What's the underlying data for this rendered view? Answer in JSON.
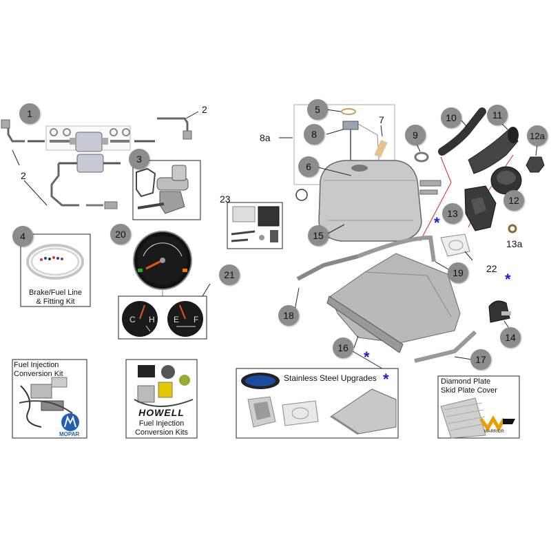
{
  "callouts": [
    "1",
    "2",
    "2",
    "3",
    "4",
    "20",
    "21",
    "5",
    "8",
    "8a",
    "6",
    "7",
    "9",
    "10",
    "11",
    "12a",
    "12",
    "13",
    "13a",
    "15",
    "23",
    "22",
    "19",
    "18",
    "16",
    "17",
    "14"
  ],
  "captions": {
    "fuel_line_kit": "Brake/Fuel Line",
    "fuel_line_kit_2": "& Fitting Kit",
    "fi_kit_title": "Fuel Injection",
    "fi_kit_title_2": "Conversion Kit",
    "mopar_logo": "MOPAR",
    "howell_logo": "HOWELL",
    "howell_caption": "Fuel Injection",
    "howell_caption_2": "Conversion Kits",
    "stainless_title": "Stainless Steel Upgrades",
    "diamond_title": "Diamond Plate",
    "diamond_title_2": "Skid Plate Cover",
    "warrior_logo": "WARRIOR",
    "gauge_c": "C",
    "gauge_h": "H",
    "gauge_e": "E",
    "gauge_f": "F"
  },
  "colors": {
    "callout_fill": "#8c8c8c",
    "asterisk": "#1a1adc",
    "leader_red": "#e02020"
  }
}
